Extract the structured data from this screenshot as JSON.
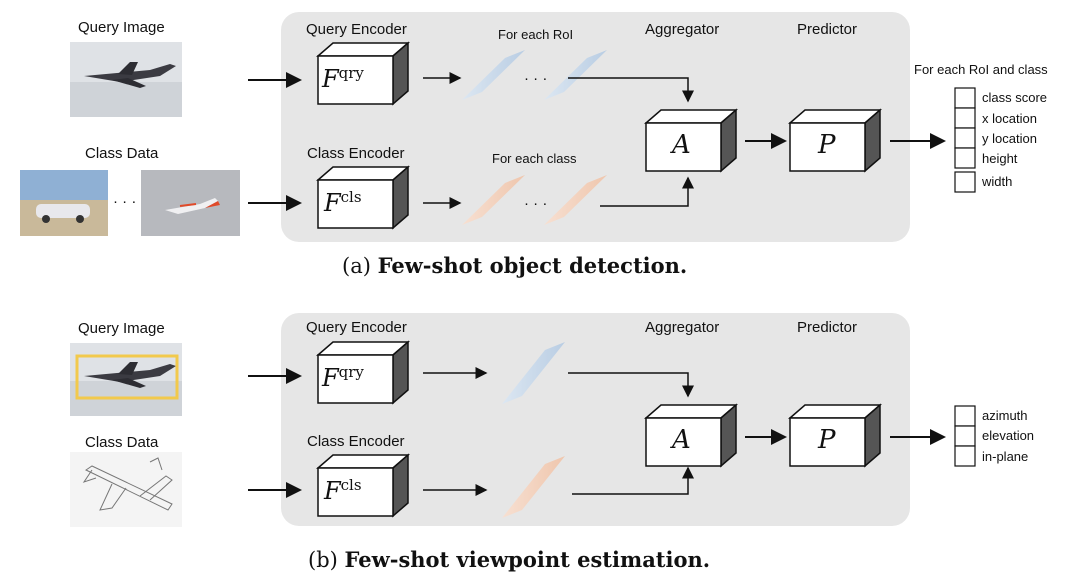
{
  "panel_a": {
    "query_image_label": "Query Image",
    "class_data_label": "Class Data",
    "query_encoder_label": "Query Encoder",
    "class_encoder_label": "Class Encoder",
    "aggregator_label": "Aggregator",
    "predictor_label": "Predictor",
    "for_each_roi": "For each RoI",
    "for_each_class": "For each class",
    "ellipsis": "· · ·",
    "output_header": "For each RoI and class",
    "outputs": [
      "class score",
      "x location",
      "y location",
      "height",
      "width"
    ],
    "caption_prefix": "(a)",
    "caption_bold": "Few-shot object detection."
  },
  "panel_b": {
    "query_image_label": "Query Image",
    "class_data_label": "Class Data",
    "query_encoder_label": "Query Encoder",
    "class_encoder_label": "Class Encoder",
    "aggregator_label": "Aggregator",
    "predictor_label": "Predictor",
    "outputs": [
      "azimuth",
      "elevation",
      "in-plane"
    ],
    "caption_prefix": "(b)",
    "caption_bold": "Few-shot viewpoint estimation."
  },
  "symbols": {
    "query_encoder": "F",
    "query_encoder_sup": "qry",
    "class_encoder": "F",
    "class_encoder_sup": "cls",
    "aggregator": "A",
    "predictor": "P"
  },
  "colors": {
    "panel_bg": "#e6e6e6",
    "query_feature": "#c7d8ea",
    "class_feature": "#f4d4c0",
    "highlight_box": "#f2c94c"
  }
}
